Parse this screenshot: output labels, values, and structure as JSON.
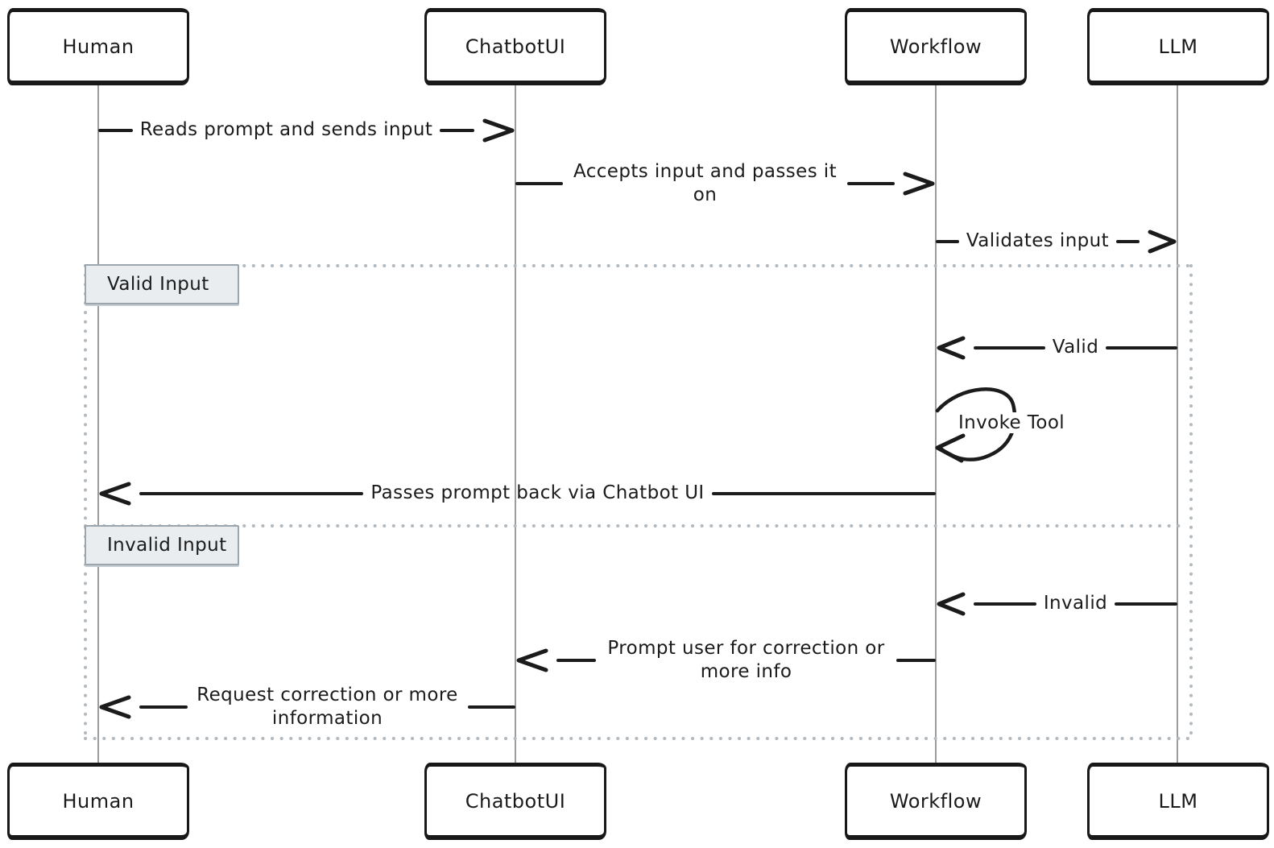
{
  "diagram": {
    "type": "sequence",
    "background": "#ffffff",
    "colors": {
      "message_line": "#1b1b1b",
      "text": "#1b1b1b",
      "lifeline": "#9c9c9c",
      "frame_dots": "#b2bac0",
      "section_label_bg": "#e9edf0",
      "section_label_border": "#9aa5ad",
      "actor_border": "#181818",
      "actor_fill": "#ffffff"
    },
    "actors": [
      {
        "name": "Human"
      },
      {
        "name": "ChatbotUI"
      },
      {
        "name": "Workflow"
      },
      {
        "name": "LLM"
      }
    ],
    "messages": [
      {
        "from": "Human",
        "to": "ChatbotUI",
        "direction": "right",
        "label": "Reads prompt and sends input"
      },
      {
        "from": "ChatbotUI",
        "to": "Workflow",
        "direction": "right",
        "label": "Accepts input and passes it on"
      },
      {
        "from": "Workflow",
        "to": "LLM",
        "direction": "right",
        "label": "Validates input"
      },
      {
        "from": "LLM",
        "to": "Workflow",
        "direction": "left",
        "label": "Valid"
      },
      {
        "from": "Workflow",
        "to": "Workflow",
        "direction": "self",
        "label": "Invoke Tool"
      },
      {
        "from": "Workflow",
        "to": "Human",
        "direction": "left",
        "label": "Passes prompt back via Chatbot UI"
      },
      {
        "from": "LLM",
        "to": "Workflow",
        "direction": "left",
        "label": "Invalid"
      },
      {
        "from": "Workflow",
        "to": "ChatbotUI",
        "direction": "left",
        "label": "Prompt user for correction or more info"
      },
      {
        "from": "ChatbotUI",
        "to": "Human",
        "direction": "left",
        "label": "Request correction or more information"
      }
    ],
    "frame": {
      "sections": [
        {
          "label": "Valid Input"
        },
        {
          "label": "Invalid Input"
        }
      ]
    }
  }
}
